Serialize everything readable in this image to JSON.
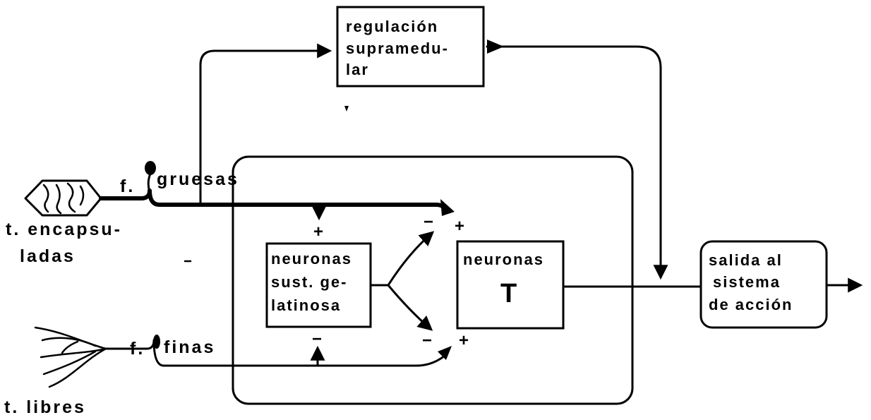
{
  "nodes": {
    "regulacion": [
      "regulación",
      "supramedu-",
      "lar"
    ],
    "gelatinosa": [
      "neuronas",
      "sust. ge-",
      "latinosa"
    ],
    "neuronas_t": {
      "line1": "neuronas",
      "symbol": "T"
    },
    "salida": [
      "salida al",
      "sistema",
      "de acción"
    ]
  },
  "receptors": {
    "encapsuladas": [
      "t. encapsu-",
      "ladas"
    ],
    "libres": "t. libres"
  },
  "fibers": {
    "gruesas_prefix": "f.",
    "gruesas": "gruesas",
    "finas_prefix": "f.",
    "finas": "finas"
  },
  "signs": {
    "plus": "+",
    "minus": "−"
  }
}
